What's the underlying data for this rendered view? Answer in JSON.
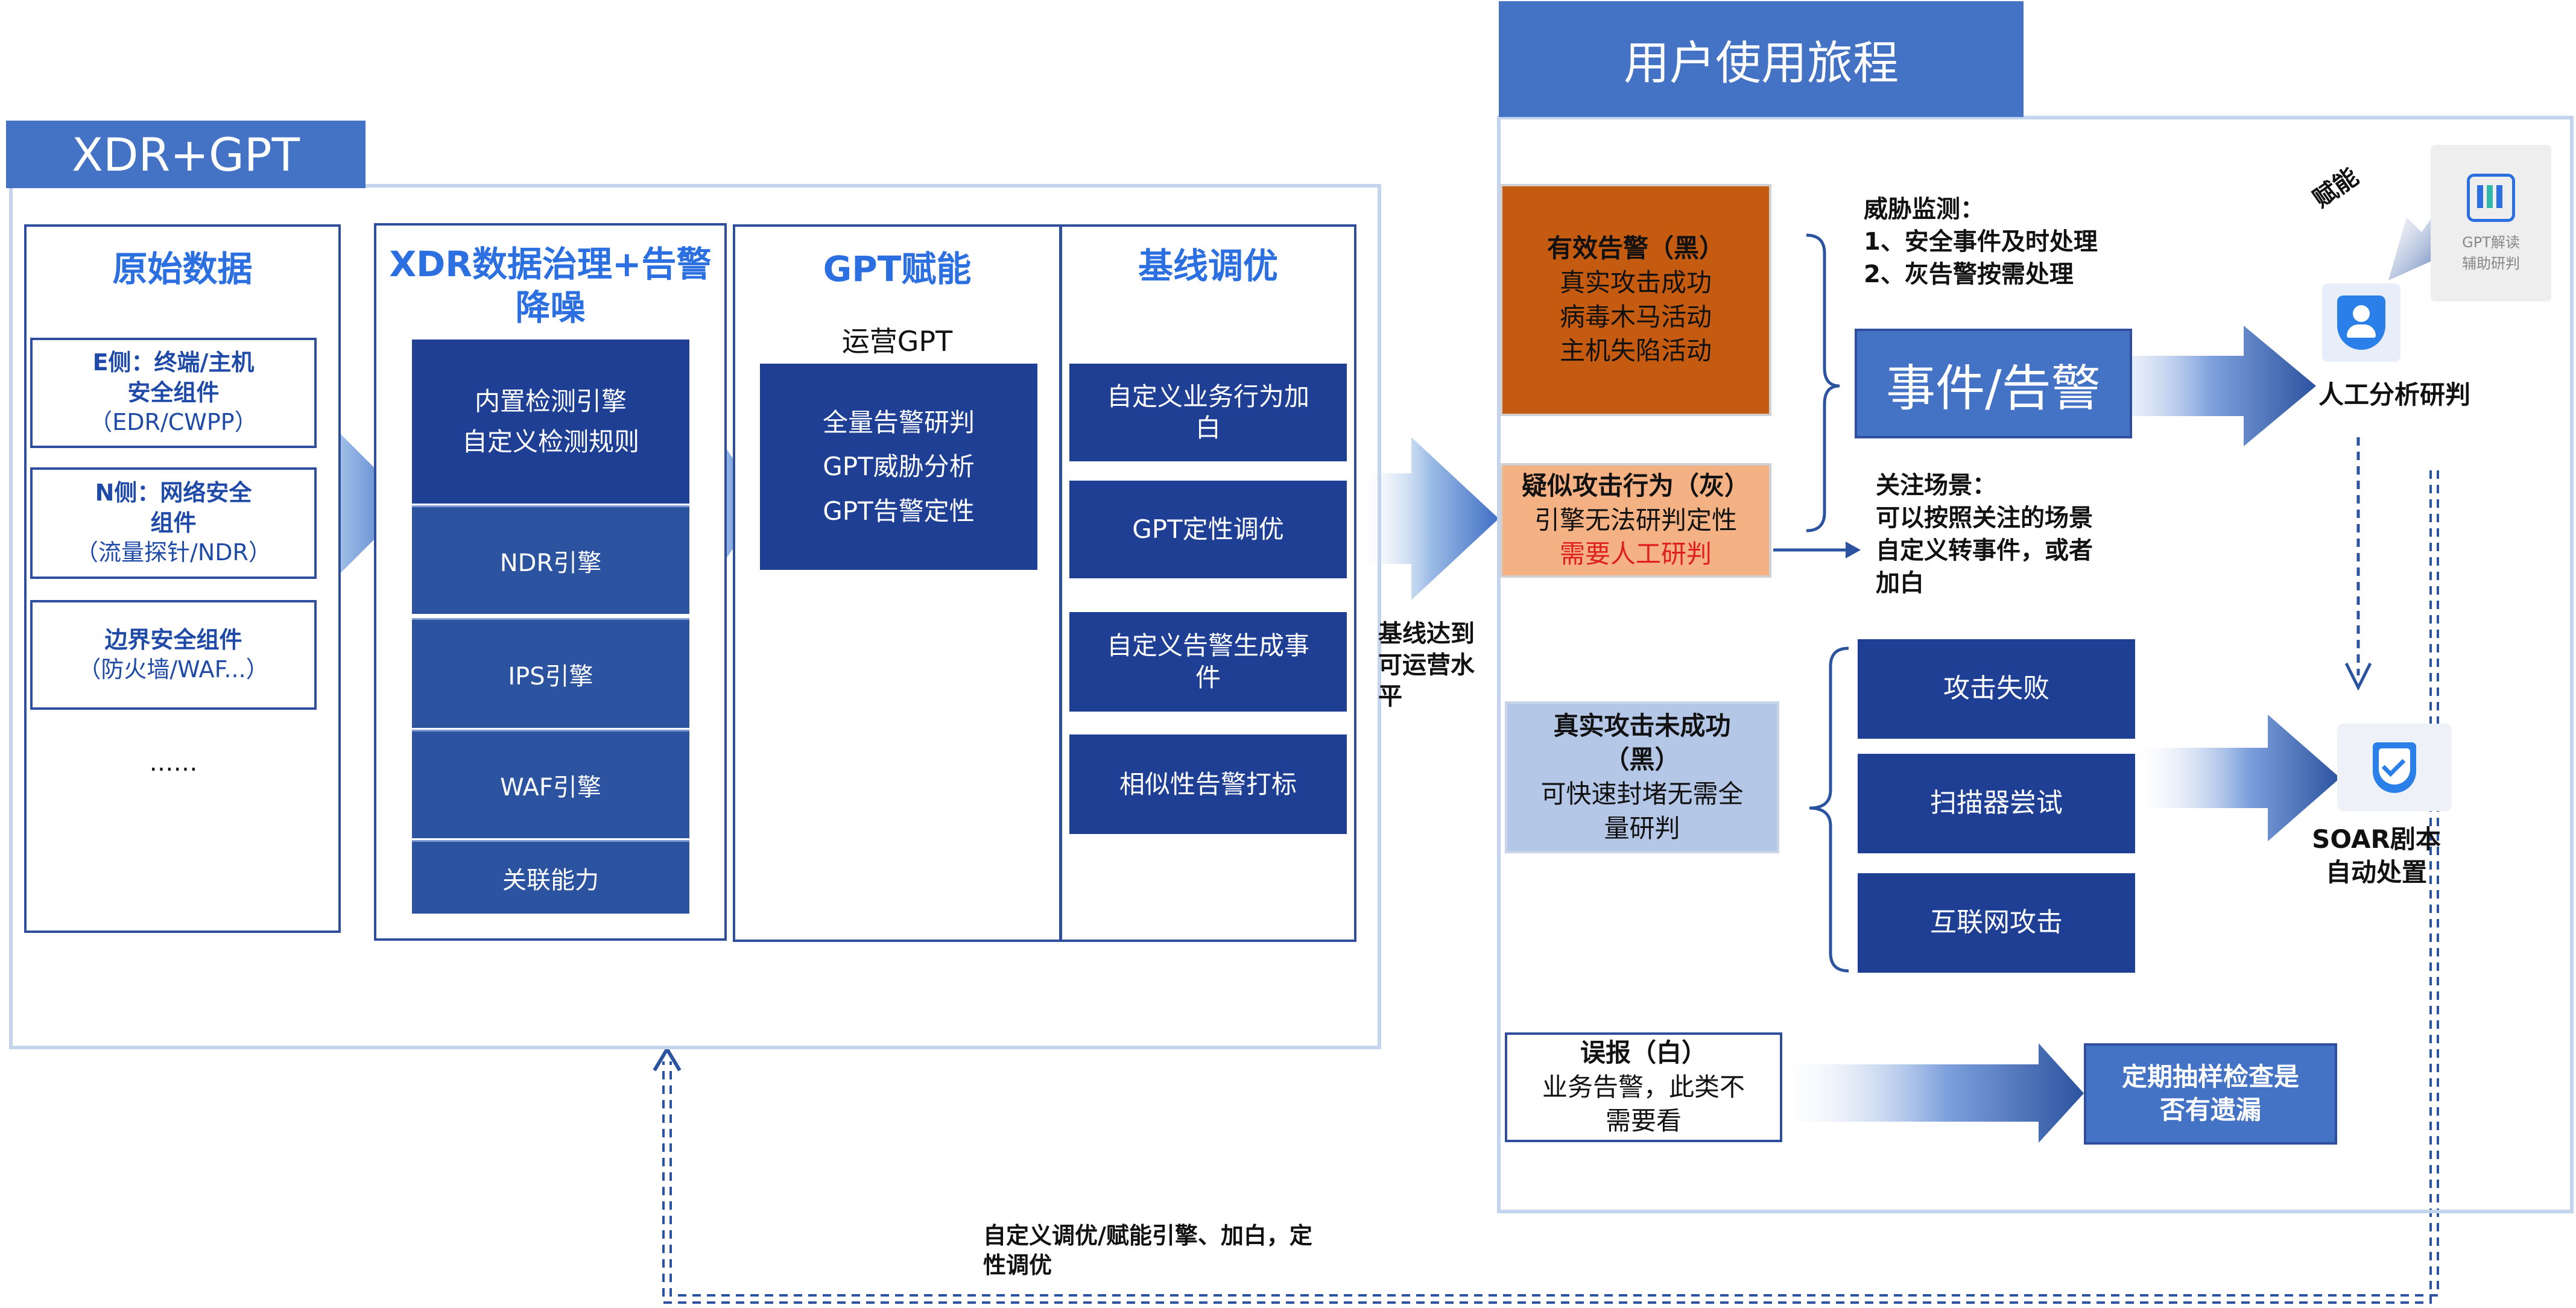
{
  "left_panel": {
    "tab_label": "XDR+GPT",
    "columns": {
      "raw_data": {
        "title": "原始数据",
        "sources": [
          {
            "line1": "E侧：终端/主机",
            "line2": "安全组件",
            "line3": "（EDR/CWPP）"
          },
          {
            "line1": "N侧：网络安全",
            "line2": "组件",
            "line3": "（流量探针/NDR）"
          },
          {
            "line1": "边界安全组件",
            "line2": "（防火墙/WAF...）",
            "line3": ""
          }
        ],
        "ellipsis": "……"
      },
      "governance": {
        "title_line1": "XDR数据治理+告警",
        "title_line2": "降噪",
        "top_box_line1": "内置检测引擎",
        "top_box_line2": "自定义检测规则",
        "engines": [
          "NDR引擎",
          "IPS引擎",
          "WAF引擎",
          "关联能力"
        ]
      },
      "gpt": {
        "title": "GPT赋能",
        "subtitle": "运营GPT",
        "items": [
          "全量告警研判",
          "GPT威胁分析",
          "GPT告警定性"
        ]
      },
      "baseline": {
        "title": "基线调优",
        "items": [
          {
            "line1": "自定义业务行为加",
            "line2": "白"
          },
          {
            "line1": "GPT定性调优",
            "line2": ""
          },
          {
            "line1": "自定义告警生成事",
            "line2": "件"
          },
          {
            "line1": "相似性告警打标",
            "line2": ""
          }
        ]
      }
    },
    "baseline_arrow_label": {
      "line1": "基线达到",
      "line2": "可运营水",
      "line3": "平"
    }
  },
  "right_panel": {
    "tab_label": "用户使用旅程",
    "effective_alert": {
      "title": "有效告警（黑）",
      "items": [
        "真实攻击成功",
        "病毒木马活动",
        "主机失陷活动"
      ]
    },
    "suspicious": {
      "line1": "疑似攻击行为（灰）",
      "line2": "引擎无法研判定性",
      "line3": "需要人工研判"
    },
    "threat_monitor": {
      "line1": "威胁监测：",
      "line2": "1、安全事件及时处理",
      "line3": "2、灰告警按需处理"
    },
    "event_alert": "事件/告警",
    "focus_scene": {
      "line1": "关注场景：",
      "line2": "可以按照关注的场景",
      "line3": "自定义转事件，或者",
      "line4": "加白"
    },
    "empower_label": "赋能",
    "gpt_card": {
      "line1": "GPT解读",
      "line2": "辅助研判"
    },
    "manual_analysis": "人工分析研判",
    "unsuccessful": {
      "line1": "真实攻击未成功",
      "line2": "（黑）",
      "line3": "可快速封堵无需全",
      "line4": "量研判"
    },
    "unsuccessful_items": [
      "攻击失败",
      "扫描器尝试",
      "互联网攻击"
    ],
    "soar": {
      "line1": "SOAR剧本",
      "line2": "自动处置"
    },
    "false_positive": {
      "line1": "误报（白）",
      "line2": "业务告警，此类不",
      "line3": "需要看"
    },
    "periodic_check": {
      "line1": "定期抽样检查是",
      "line2": "否有遗漏"
    }
  },
  "feedback_label": {
    "line1": "自定义调优/赋能引擎、加白，定",
    "line2": "性调优"
  },
  "colors": {
    "tab_blue": "#4472c4",
    "dark_blue": "#1e3f94",
    "title_blue": "#2b6fe0",
    "orange": "#c55a11",
    "salmon": "#f4b183",
    "light_blue": "#b4c7e7",
    "red_text": "#e02020"
  }
}
